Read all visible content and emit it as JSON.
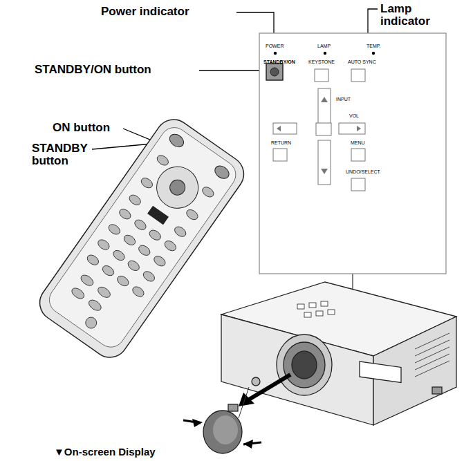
{
  "diagram": {
    "labels": [
      "Power indicator",
      "Lamp indicator",
      "STANDBY/ON button",
      "ON button",
      "STANDBY button",
      "POWER",
      "LAMP",
      "TEMP.",
      "STANDBY/ON",
      "KEYSTONE",
      "AUTO SYNC",
      "INPUT",
      "VOL",
      "RETURN",
      "MENU",
      "UNDO/SELECT",
      "▼On-screen Display"
    ]
  }
}
